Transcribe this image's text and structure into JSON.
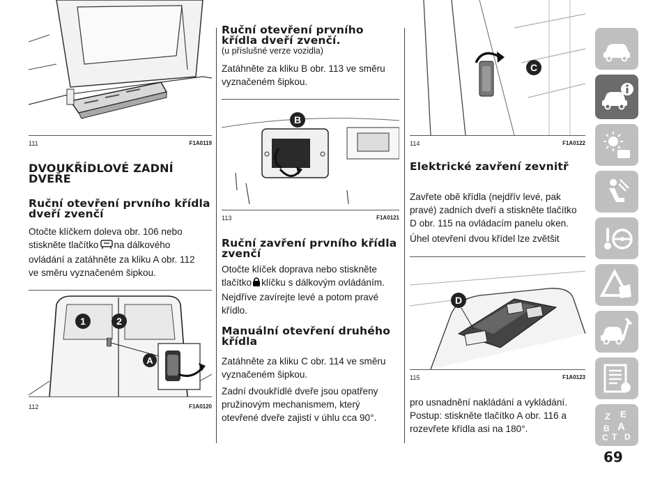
{
  "figures": {
    "f111": {
      "num": "111",
      "code": "F1A0119"
    },
    "f112": {
      "num": "112",
      "code": "F1A0120",
      "labels": [
        "1",
        "2",
        "A"
      ]
    },
    "f113": {
      "num": "113",
      "code": "F1A0121",
      "label": "B"
    },
    "f114": {
      "num": "114",
      "code": "F1A0122",
      "label": "C"
    },
    "f115": {
      "num": "115",
      "code": "F1A0123",
      "label": "D"
    }
  },
  "col1": {
    "heading_main": "DVOUKŘÍDLOVÉ ZADNÍ DVEŘE",
    "heading_sub": "Ruční otevření prvního křídla dveří zvenčí",
    "para_a": "Otočte klíčkem doleva obr. 106 nebo",
    "para_b_pre": "stiskněte tlačítko",
    "para_b_post": "na dálkového",
    "para_c": "ovládání a zatáhněte za kliku A obr. 112",
    "para_d": "ve směru vyznačeném šipkou."
  },
  "col2": {
    "heading_inside": "Ruční otevření prvního křídla dveří zvenčí.",
    "version_note": "(u příslušné verze vozidla)",
    "para_inside": "Zatáhněte za kliku B obr. 113 ve směru vyznačeném šipkou.",
    "heading_close": "Ruční zavření prvního křídla zvenčí",
    "close_a": "Otočte klíček doprava nebo stiskněte",
    "close_b_pre": "tlačítko",
    "close_b_post": "klíčku s dálkovým ovládáním.",
    "close_c": "Nejdříve zavírejte levé a potom pravé křídlo.",
    "heading_second": "Manuální otevření druhého křídla",
    "para_second": "Zatáhněte za kliku C obr. 114 ve směru vyznačeném šipkou.",
    "para_spring": "Zadní dvoukřídlé dveře jsou opatřeny pružinovým mechanismem, který otevřené dveře zajistí v úhlu cca 90°."
  },
  "col3": {
    "heading_electric": "Elektrické zavření zevnitř",
    "para_electric": "Zavřete obě křídla (nejdřív levé, pak pravé) zadních dveří a stiskněte tlačítko D obr. 115 na ovládacím panelu oken.",
    "para_angle": "Úhel otevření dvou křídel lze zvětšit",
    "para_loading": "pro usnadnění nakládání a vykládání. Postup: stiskněte tlačítko A obr. 116 a rozevřete křídla asi na 180°."
  },
  "page_number": "69",
  "sidebar_tabs": [
    "car-icon",
    "car-info-icon",
    "warning-lights-icon",
    "airbag-seat-icon",
    "steering-wheel-icon",
    "warning-triangle-icon",
    "car-wrench-icon",
    "specs-list-icon",
    "index-letters-icon"
  ],
  "index_letters": [
    "Z",
    "E",
    "A",
    "B",
    "C",
    "D",
    "T"
  ]
}
